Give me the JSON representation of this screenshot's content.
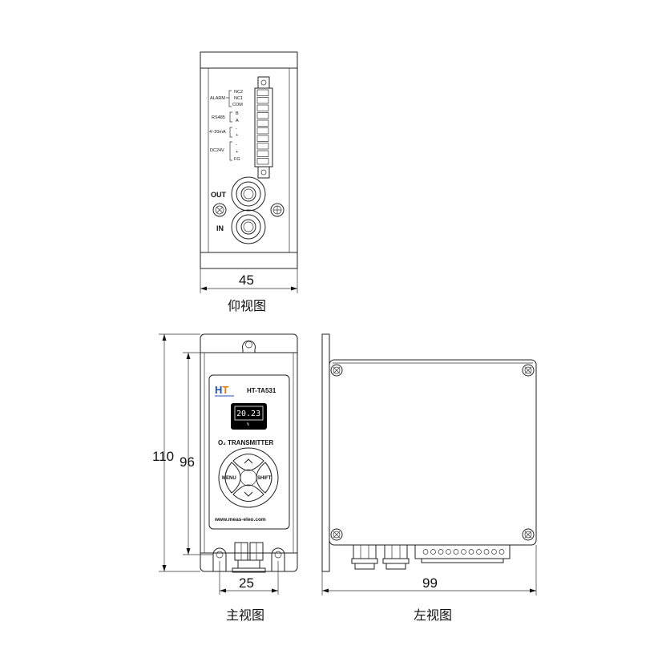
{
  "bottom_view": {
    "caption": "仰视图",
    "width_dim": "45",
    "terminal_labels": {
      "alarm": "ALARM",
      "nc2": "NC2",
      "nc1": "NC1",
      "com": "COM",
      "rs485": "RS485",
      "b": "B",
      "a": "A",
      "current": "4~20mA",
      "minus1": "-",
      "plus1": "+",
      "dc24v": "DC24V",
      "minus2": "-",
      "plus2": "+",
      "fg": "FG"
    },
    "port_out": "OUT",
    "port_in": "IN"
  },
  "front_view": {
    "caption": "主视图",
    "height_outer_dim": "110",
    "height_inner_dim": "96",
    "width_dim": "25",
    "brand": "HT",
    "model": "HT-TA531",
    "display_value": "20.23",
    "display_unit": "%",
    "product_name": "O₂ TRANSMITTER",
    "key_menu": "MENU",
    "key_shift": "SHIFT",
    "website": "www.meas-eleo.com"
  },
  "side_view": {
    "caption": "左视图",
    "width_dim": "99"
  },
  "colors": {
    "brand_h": "#1f4fb5",
    "brand_t": "#e07b10",
    "display_bg": "#000000",
    "line": "#222222"
  }
}
